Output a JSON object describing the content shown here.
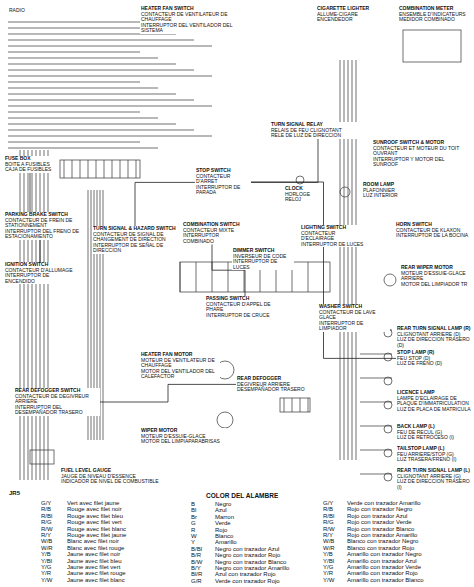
{
  "diagram": {
    "nodes": [
      {
        "text": [
          "HEATER FAN SWITCH",
          "CONTACTEUR DE VENTILATEUR DE CHAUFFAGE",
          "INTERRUPTOR DEL VENTILADOR DEL SISTEMA"
        ]
      },
      {
        "text": [
          "CIGARETTE LIGHTER",
          "ALLUME-CIGARE",
          "ENCENDEDOR"
        ]
      },
      {
        "text": [
          "COMBINATION METER",
          "ENSEMBLE D'INDICATEURS",
          "MEDIDOR COMBINADO"
        ]
      },
      {
        "text": [
          "TURN SIGNAL RELAY",
          "RELAIS DE FEU CLIGNOTANT",
          "RELE DE LUZ DE DIRECCION"
        ]
      },
      {
        "text": [
          "SUNROOF SWITCH & MOTOR",
          "CONTACTEUR ET MOTEUR DU TOIT OUVRANT",
          "INTERRUPTOR Y MOTOR DEL SUNROOF"
        ]
      },
      {
        "text": [
          "FUSE BOX",
          "BOITE A FUSIBLES",
          "CAJA DE FUSIBLES"
        ]
      },
      {
        "text": [
          "STOP SWITCH",
          "CONTACTEUR D'ARRET",
          "INTERRUPTOR DE PARADA"
        ]
      },
      {
        "text": [
          "CLOCK",
          "HORLOGE",
          "RELOJ"
        ]
      },
      {
        "text": [
          "ROOM LAMP",
          "PLAFONNIER",
          "LUZ INTERIOR"
        ]
      },
      {
        "text": [
          "PARKING BRAKE SWITCH",
          "CONTACTEUR DE FREIN DE STATIONNEMENT",
          "INTERRUPTOR DEL FRENO DE ESTACIONAMIENTO"
        ]
      },
      {
        "text": [
          "IGNITION SWITCH",
          "CONTACTEUR D'ALLUMAGE",
          "INTERRUPTOR DE ENCENDIDO"
        ]
      },
      {
        "text": [
          "TURN SIGNAL & HAZARD SWITCH",
          "CONTACTEUR DE SIGNAL DE CHANGEMENT DE DIRECTION",
          "INTERRUPTOR DE SEÑAL DE DIRECCION"
        ]
      },
      {
        "text": [
          "COMBINATION SWITCH",
          "CONTACTEUR MIXTE",
          "INTERRUPTOR COMBINADO"
        ]
      },
      {
        "text": [
          "DIMMER SWITCH",
          "INVERSEUR DE CODE",
          "INTERRUPTOR DE LUCES"
        ]
      },
      {
        "text": [
          "LIGHTING SWITCH",
          "CONTACTEUR D'ECLAIRAGE",
          "INTERRUPTOR DE LUCES"
        ]
      },
      {
        "text": [
          "HORN SWITCH",
          "CONTACTEUR DE KLAXON",
          "INTERRUPTOR DE LA BOCINA"
        ]
      },
      {
        "text": [
          "PASSING SWITCH",
          "CONTACTEUR D'APPEL DE PHARE",
          "INTERRUPTOR DE CRUCE"
        ]
      },
      {
        "text": [
          "REAR WIPER MOTOR",
          "MOTEUR D'ESSUIE-GLACE ARRIERE",
          "MOTOR DEL LIMPIADOR TR"
        ]
      },
      {
        "text": [
          "WASHER SWITCH",
          "CONTACTEUR DE LAVE GLACE",
          "INTERRUPTOR DE LIMPIADOR"
        ]
      },
      {
        "text": [
          "REAR TURN SIGNAL LAMP (R)",
          "CLIGNOTANT ARRIERE (D)",
          "LUZ DE DIRECCION TRASERO (D)"
        ]
      },
      {
        "text": [
          "STOP LAMP (R)",
          "FEU STOP (D)",
          "LUZ DE FRENO (D)"
        ]
      },
      {
        "text": [
          "LICENCE LAMP",
          "LAMPE D'ECLAIRAGE DE PLAQUE D'IMMATRICULATION",
          "LUZ DE PLACA DE MATRICULA"
        ]
      },
      {
        "text": [
          "BACK LAMP (L)",
          "FEU DE RECUL (G)",
          "LUZ DE RETROCESO (I)"
        ]
      },
      {
        "text": [
          "TAILSTOP LAMP (L)",
          "FEU ARRIERE/STOP (G)",
          "LUZ TRASERA/FRENO (I)"
        ]
      },
      {
        "text": [
          "REAR TURN SIGNAL LAMP (L)",
          "CLIGNOTANT ARRIERE (G)",
          "LUZ DE DIRECCION TRASERO (I)"
        ]
      },
      {
        "text": [
          "HEATER FAN MOTOR",
          "MOTEUR DE VENTILATEUR DE CHAUFFAGE",
          "MOTOR DEL VENTILADOR DEL CALEFACTOR"
        ]
      },
      {
        "text": [
          "REAR DEFOGGER SWITCH",
          "CONTACTEUR DE DEGIVREUR ARRIERE",
          "INTERRUPTOR DEL DESEMPAÑADOR TRASERO"
        ]
      },
      {
        "text": [
          "REAR DEFOGGER",
          "DEGIVREUR ARRIERE",
          "DESEMPAÑADOR TRASERO"
        ]
      },
      {
        "text": [
          "WIPER MOTOR",
          "MOTEUR D'ESSUIE-GLACE",
          "MOTOR DEL LIMPIAPARABRISAS"
        ]
      },
      {
        "text": [
          "FUEL LEVEL GAUGE",
          "JAUGE DE NIVEAU D'ESSENCE",
          "INDICADOR DE NIVEL DE COMBUSTIBLE"
        ]
      }
    ],
    "edges": [
      {
        "from": 5,
        "to": 10,
        "arrow": "none"
      },
      {
        "from": 3,
        "to": 11,
        "arrow": "none"
      },
      {
        "from": 26,
        "to": 27,
        "arrow": "none"
      },
      {
        "from": 12,
        "to": 16,
        "arrow": "none"
      },
      {
        "from": 6,
        "to": 20,
        "arrow": "none"
      }
    ],
    "labels": [
      "RADIO",
      "JR5",
      "COLOR DEL ALAMBRE",
      "G/Y",
      "Vert avec filet jaune",
      "R/B",
      "Rouge avec filet noir",
      "R/Bl",
      "Rouge avec filet bleu",
      "R/G",
      "Rouge avec filet vert",
      "R/W",
      "Rouge avec filet blanc",
      "R/Y",
      "Rouge avec filet jaune",
      "W/B",
      "Blanc avec filet noir",
      "W/R",
      "Blanc avec filet rouge",
      "Y/B",
      "Jaune avec filet noir",
      "Y/Bl",
      "Jaune avec filet bleu",
      "Y/G",
      "Jaune avec filet vert",
      "Y/R",
      "Jaune avec filet rouge",
      "Y/W",
      "Jaune avec filet blanc",
      "B",
      "Negro",
      "Bl",
      "Azul",
      "Br",
      "Marron",
      "G",
      "Verde",
      "R",
      "Rojo",
      "W",
      "Blanco",
      "Y",
      "Amarillo",
      "B/Bl",
      "Negro con trazador Azul",
      "B/R",
      "Negro con trazador Rojo",
      "B/W",
      "Negro con trazador Blanco",
      "B/Y",
      "Negro con trazador Amarillo",
      "Bl/R",
      "Azul con trazador Rojo",
      "G/R",
      "Verde con trazador Rojo",
      "G/Y",
      "Verde con trazador Amarillo",
      "R/B",
      "Rojo con trazador Negro",
      "R/Bl",
      "Rojo con trazador Azul",
      "R/G",
      "Rojo con trazador Verde",
      "R/W",
      "Rojo con trazador Blanco",
      "R/Y",
      "Rojo con trazador Amarillo",
      "W/B",
      "Blanco con trazador Negro",
      "W/R",
      "Blanco con trazador Rojo",
      "Y/B",
      "Amarillo con trazador Negro",
      "Y/Bl",
      "Amarillo con trazador Azul",
      "Y/G",
      "Amarillo con trazador Verde",
      "Y/R",
      "Amarillo con trazador Rojo",
      "Y/W",
      "Amarillo con trazador Blanco"
    ]
  }
}
